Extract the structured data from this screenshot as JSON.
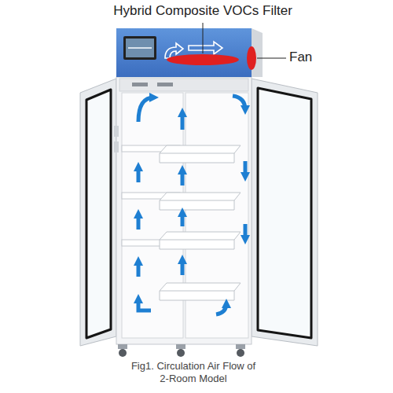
{
  "diagram": {
    "caption": "Fig1. Circulation Air Flow of 2-Room Model",
    "labels": [
      "Hybrid Composite VOCs Filter",
      "Fan"
    ]
  }
}
